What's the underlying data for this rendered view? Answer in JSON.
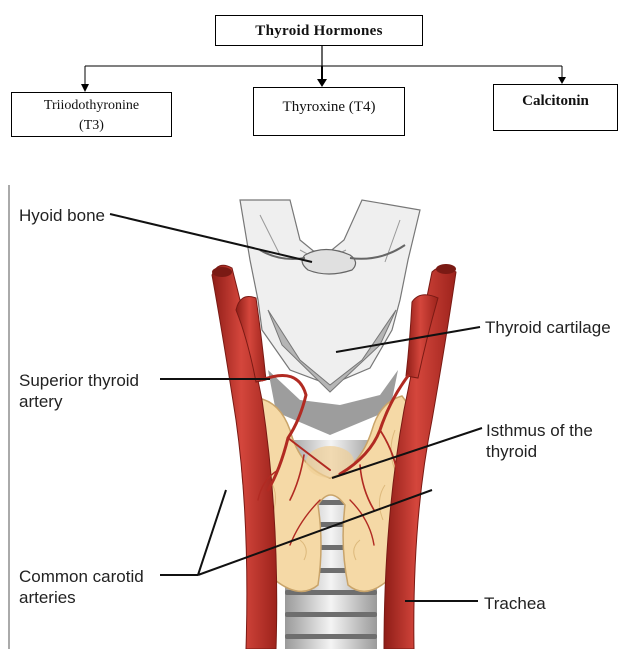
{
  "flowchart": {
    "root": "Thyroid Hormones",
    "children": [
      {
        "line1": "Triiodothyronine",
        "line2": "(T3)"
      },
      {
        "line1": "Thyroxine (T4)"
      },
      {
        "line1": "Calcitonin"
      }
    ]
  },
  "anatomy": {
    "labels": {
      "hyoid_bone": "Hyoid bone",
      "thyroid_cartilage": "Thyroid cartilage",
      "superior_thyroid_artery": [
        "Superior thyroid",
        "artery"
      ],
      "isthmus": [
        "Isthmus of the",
        "thyroid"
      ],
      "common_carotid": [
        "Common carotid",
        "arteries"
      ],
      "trachea": "Trachea"
    }
  },
  "colors": {
    "artery": "#c8352d",
    "artery_dark": "#8e1d17",
    "thyroid": "#f5d9a6",
    "cartilage": "#f2f2f2",
    "cartilage_shade": "#9a9a9a"
  }
}
